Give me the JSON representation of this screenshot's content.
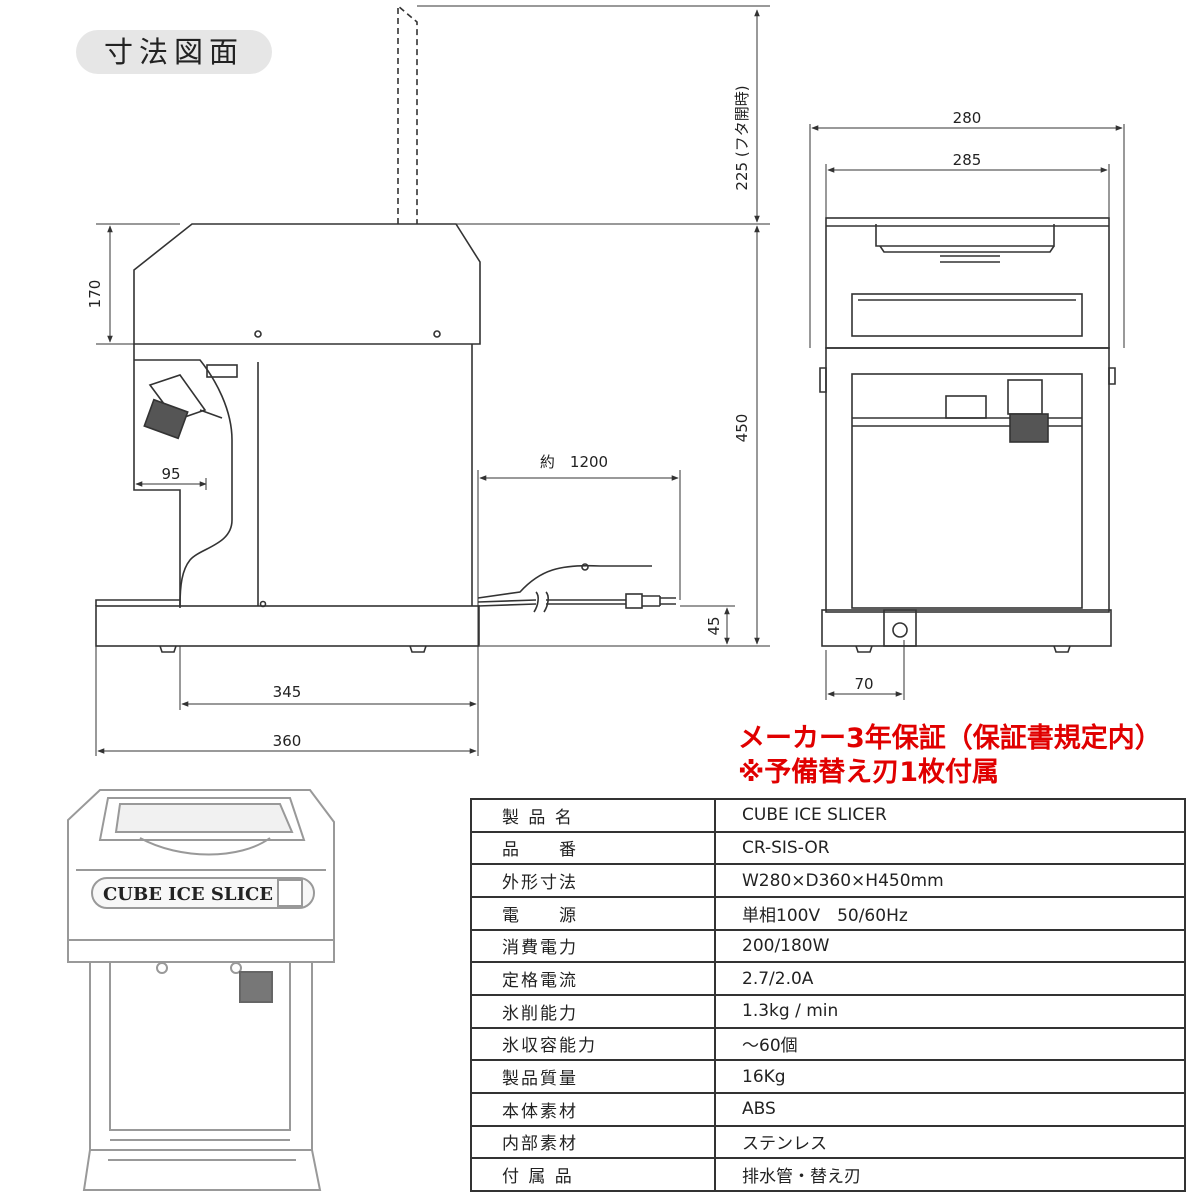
{
  "title": "寸法図面",
  "dimensions": {
    "lid_open": "225 (フタ開時)",
    "head_height": "170",
    "body_height": "450",
    "chute": "95",
    "cord": "約　1200",
    "base_height": "45",
    "depth_inner": "345",
    "depth_total": "360",
    "width_outer": "280",
    "width_inner": "285",
    "drain_offset": "70"
  },
  "product_label": "CUBE ICE SLICE",
  "warranty": {
    "line1": "メーカー3年保証（保証書規定内）",
    "line2": "※予備替え刃1枚付属"
  },
  "specs": [
    {
      "label": "製 品 名",
      "value": "CUBE ICE SLICER"
    },
    {
      "label": "品　　番",
      "value": "CR-SIS-OR"
    },
    {
      "label": "外形寸法",
      "value": "W280×D360×H450mm"
    },
    {
      "label": "電　　源",
      "value": "単相100V　50/60Hz"
    },
    {
      "label": "消費電力",
      "value": "200/180W"
    },
    {
      "label": "定格電流",
      "value": "2.7/2.0A"
    },
    {
      "label": "氷削能力",
      "value": "1.3kg / min"
    },
    {
      "label": "氷収容能力",
      "value": "〜60個"
    },
    {
      "label": "製品質量",
      "value": "16Kg"
    },
    {
      "label": "本体素材",
      "value": "ABS"
    },
    {
      "label": "内部素材",
      "value": "ステンレス"
    },
    {
      "label": "付 属 品",
      "value": "排水管・替え刃"
    }
  ]
}
